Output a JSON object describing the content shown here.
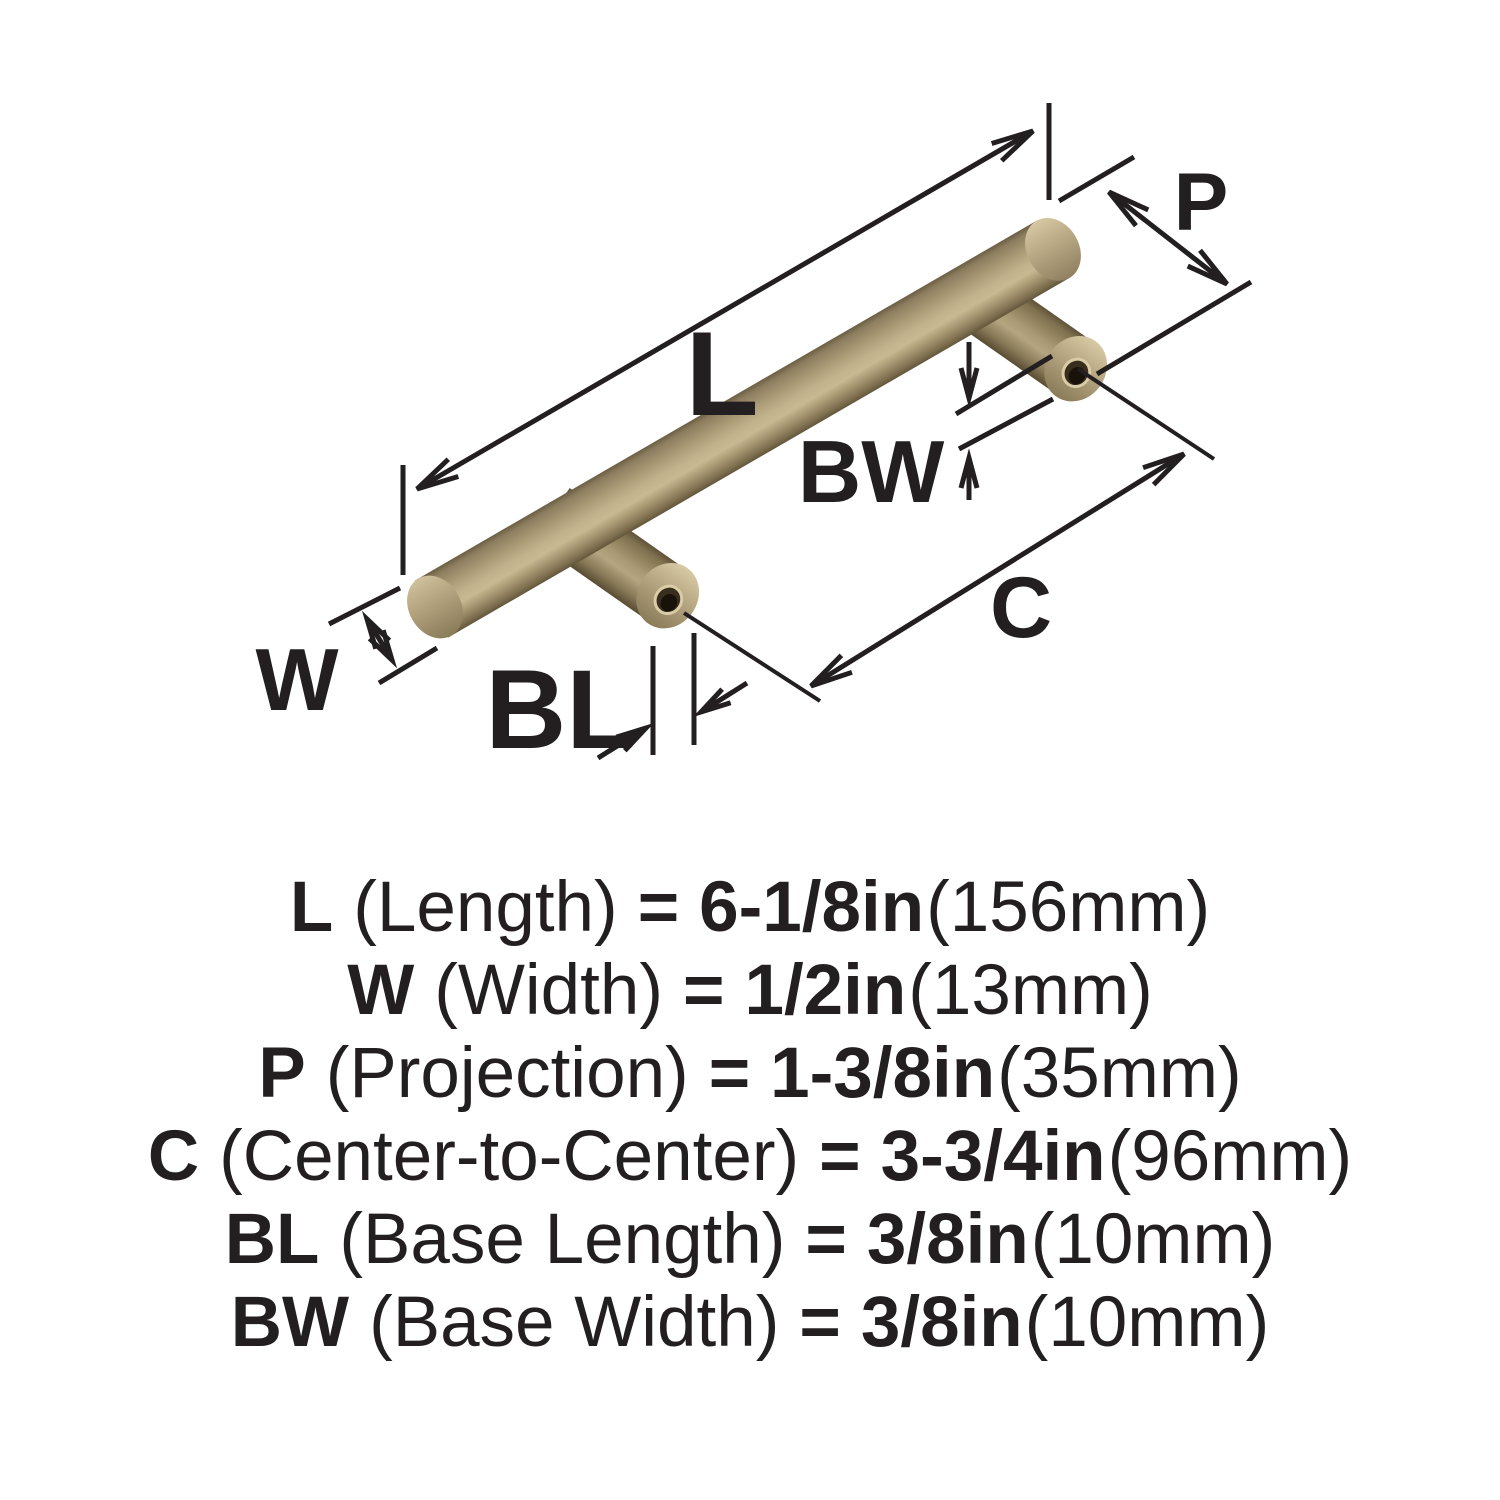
{
  "page": {
    "background": "#ffffff",
    "description": "Bar pull cabinet handle dimension diagram"
  },
  "colors": {
    "line": "#231f20",
    "text": "#231f20",
    "brass_highlight": "#c8b992",
    "brass_mid": "#b2a37f",
    "brass_dark": "#6b5e43"
  },
  "diagram": {
    "labels": {
      "l": "L",
      "p": "P",
      "bw": "BW",
      "c": "C",
      "w": "W",
      "bl": "BL"
    }
  },
  "specs": {
    "rows": [
      {
        "label": "L",
        "desc": "(Length)",
        "eq": "=",
        "value": "6-1/8in",
        "metric": "(156mm)"
      },
      {
        "label": "W",
        "desc": "(Width)",
        "eq": "=",
        "value": "1/2in",
        "metric": "(13mm)"
      },
      {
        "label": "P",
        "desc": "(Projection)",
        "eq": "=",
        "value": "1-3/8in",
        "metric": "(35mm)"
      },
      {
        "label": "C",
        "desc": "(Center-to-Center)",
        "eq": "=",
        "value": "3-3/4in",
        "metric": "(96mm)"
      },
      {
        "label": "BL",
        "desc": "(Base Length)",
        "eq": "=",
        "value": "3/8in",
        "metric": "(10mm)"
      },
      {
        "label": "BW",
        "desc": "(Base Width)",
        "eq": "=",
        "value": "3/8in",
        "metric": "(10mm)"
      }
    ]
  }
}
